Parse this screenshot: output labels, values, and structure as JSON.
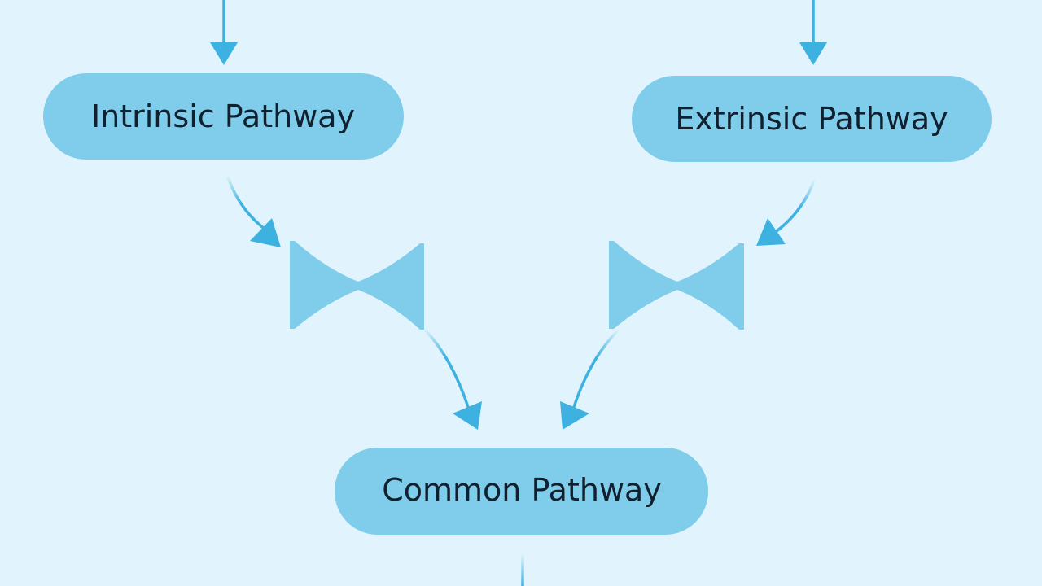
{
  "diagram": {
    "nodes": {
      "intrinsic": {
        "label": "Intrinsic Pathway"
      },
      "extrinsic": {
        "label": "Extrinsic Pathway"
      },
      "common": {
        "label": "Common Pathway"
      }
    },
    "colors": {
      "background": "#e1f3fc",
      "node_fill": "#7fcdea",
      "arrow": "#3db2e0",
      "text": "#10202e"
    },
    "symbols": {
      "left_junction": "bowtie-icon",
      "right_junction": "bowtie-icon"
    }
  }
}
